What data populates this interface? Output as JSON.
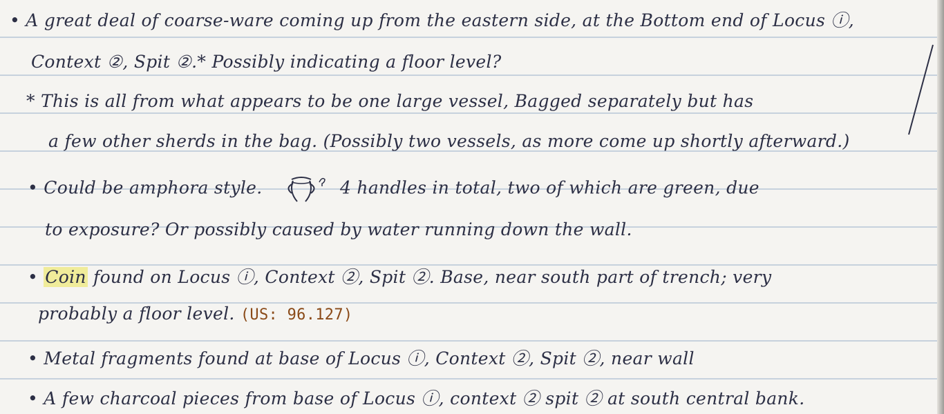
{
  "notes": {
    "line1": "• A great deal of coarse-ware coming up from the eastern side, at the Bottom end of Locus ⓘ,",
    "line2": "Context ②, Spit ②.* Possibly indicating a floor level?",
    "line3": "* This is all from what appears to be one large vessel, Bagged separately but has",
    "line4": "a few other sherds in the bag. (Possibly two vessels, as more come up shortly afterward.)",
    "line5_pre": "• Could be amphora style.",
    "line5_post": "4 handles in total, two of which are green, due",
    "line6": "to exposure? Or possibly caused by water running down the wall.",
    "line7_bullet": "•",
    "line7_highlight": "Coin",
    "line7_rest": "found on Locus ⓘ, Context ②, Spit ②. Base, near south part of trench; very",
    "line8_text": "probably a floor level.",
    "line8_ref": "(US: 96.127)",
    "line9": "• Metal fragments found at base of Locus ⓘ, Context ②, Spit ②, near wall",
    "line10": "• A few charcoal pieces from base of Locus ⓘ, context ② spit ② at south central bank."
  },
  "icons": {
    "amphora": "amphora-sketch-icon",
    "margin": "margin-stroke-icon"
  },
  "colors": {
    "ink": "#2c2f45",
    "ruled_line": "#c6d1dd",
    "highlight": "#f0ec9a",
    "reference_ink": "#8a4a18"
  }
}
